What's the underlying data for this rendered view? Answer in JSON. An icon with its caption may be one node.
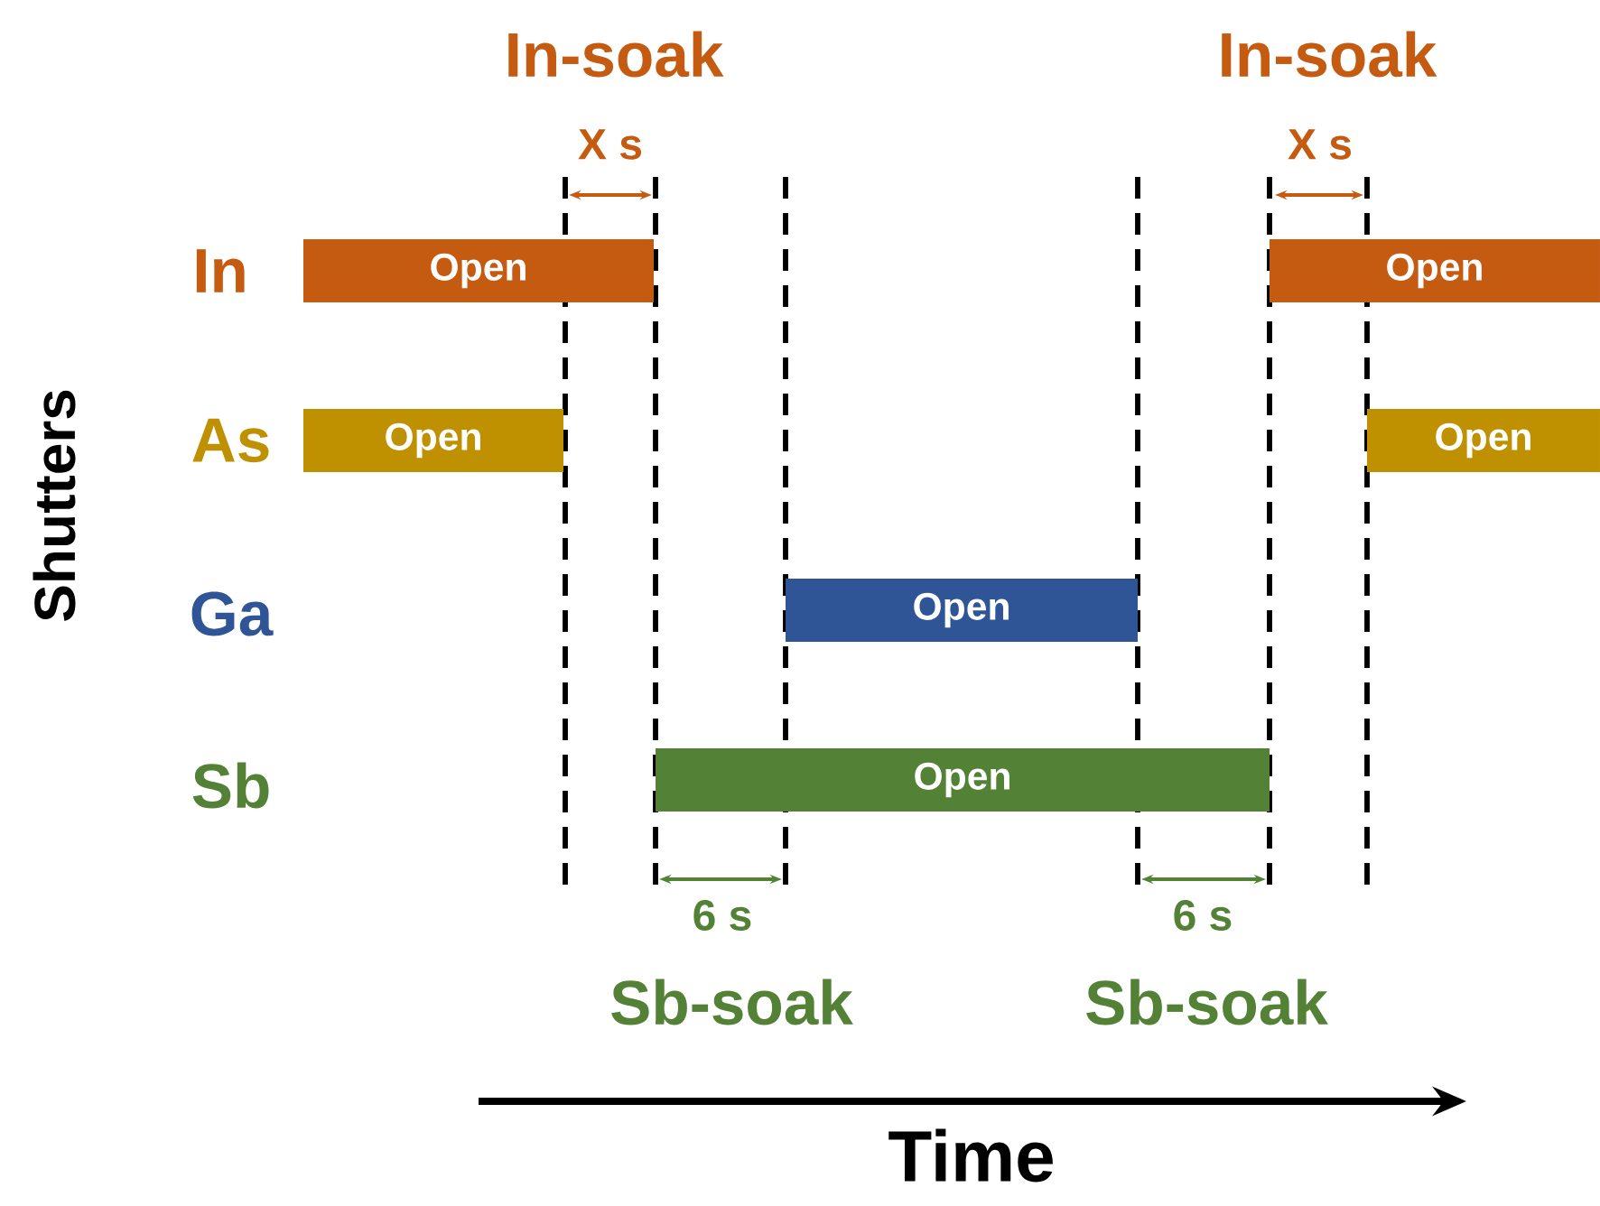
{
  "diagram": {
    "nodes": [
      {
        "text": [
          "Open"
        ]
      },
      {
        "text": [
          "Open"
        ]
      },
      {
        "text": [
          "Open"
        ]
      },
      {
        "text": [
          "Open"
        ]
      },
      {
        "text": [
          "Open"
        ]
      },
      {
        "text": [
          "Open"
        ]
      }
    ],
    "labels": [
      "In-soak",
      "In-soak",
      "X s",
      "X s",
      "In",
      "As",
      "Ga",
      "Sb",
      "Shutters",
      "6 s",
      "6 s",
      "Sb-soak",
      "Sb-soak",
      "Time"
    ]
  }
}
